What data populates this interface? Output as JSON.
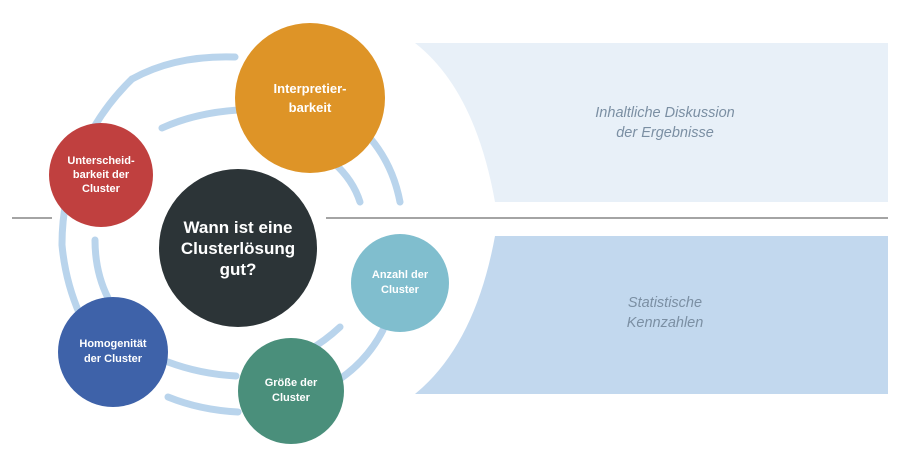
{
  "center": {
    "text": "Wann ist eine\nClusterlösung\ngut?",
    "color": "#2c3437"
  },
  "nodes": [
    {
      "id": "interpretierbarkeit",
      "text": "Interpretier-\nbarkeit",
      "color": "#de9427"
    },
    {
      "id": "unterscheidbarkeit",
      "text": "Unterscheid-\nbarkeit der\nCluster",
      "color": "#c0403f"
    },
    {
      "id": "homogenitaet",
      "text": "Homogenität\nder Cluster",
      "color": "#3e62a9"
    },
    {
      "id": "groesse",
      "text": "Größe der\nCluster",
      "color": "#4a8f7b"
    },
    {
      "id": "anzahl",
      "text": "Anzahl der\nCluster",
      "color": "#80bece"
    }
  ],
  "panels": [
    {
      "id": "top",
      "text": "Inhaltliche Diskussion\nder Ergebnisse",
      "color": "#e8f0f8"
    },
    {
      "id": "bottom",
      "text": "Statistische\nKennzahlen",
      "color": "#c2d8ee"
    }
  ],
  "colors": {
    "rings": "#b9d4ec",
    "divider": "#4a4a4a"
  }
}
